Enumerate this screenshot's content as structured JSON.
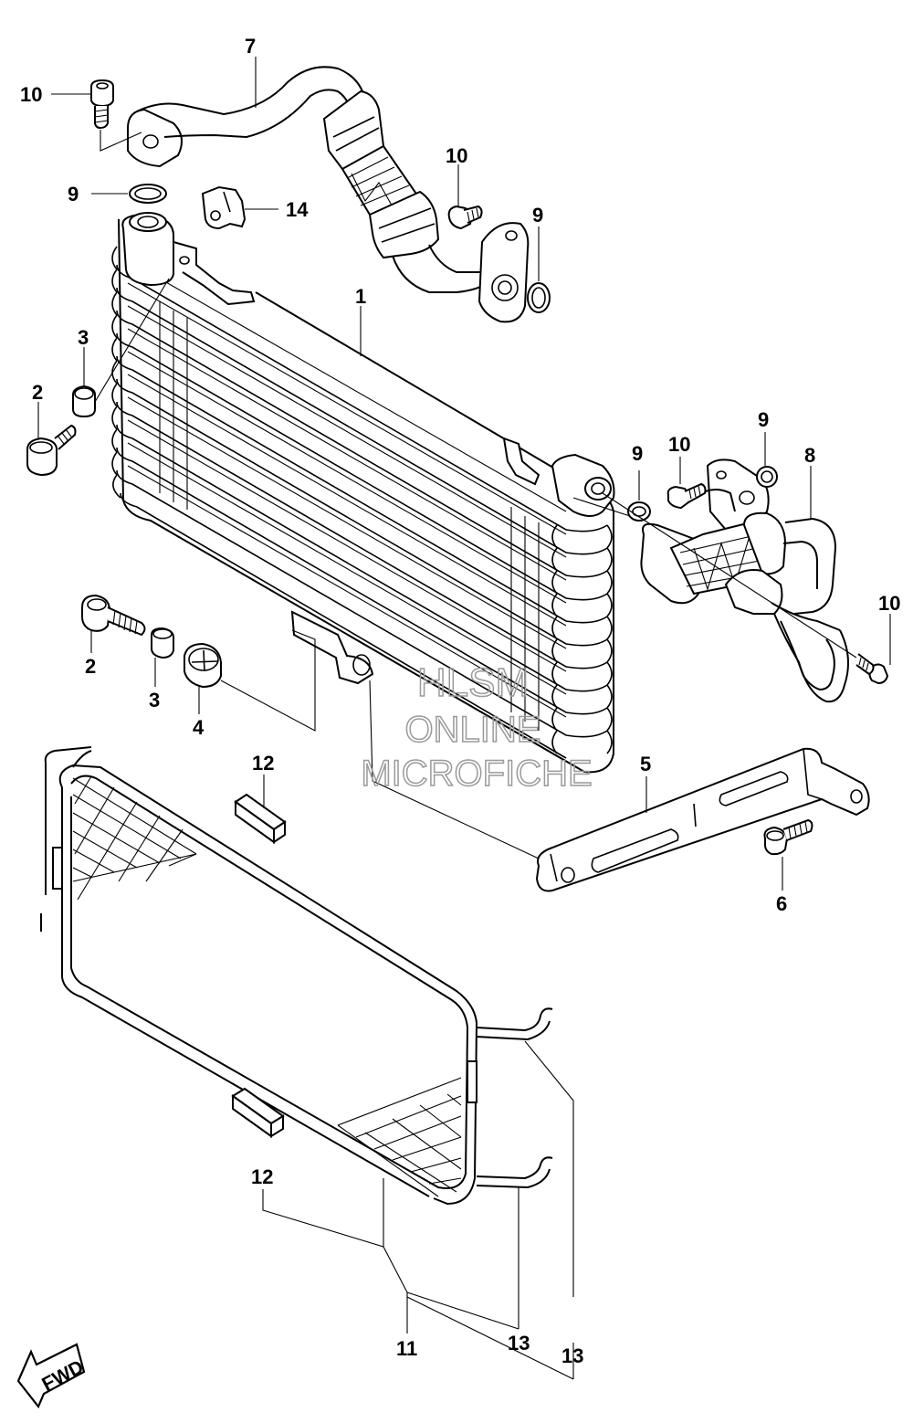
{
  "watermark": {
    "line1": "HLSM",
    "line2": "ONLINE",
    "line3": "MICROFICHE",
    "color": "#9a9a9a"
  },
  "direction_label": "FWD",
  "callouts": {
    "c1": "1",
    "c2a": "2",
    "c2b": "2",
    "c3a": "3",
    "c3b": "3",
    "c4": "4",
    "c5": "5",
    "c6": "6",
    "c7": "7",
    "c8": "8",
    "c9a": "9",
    "c9b": "9",
    "c9c": "9",
    "c9d": "9",
    "c10a": "10",
    "c10b": "10",
    "c10c": "10",
    "c10d": "10",
    "c11": "11",
    "c12a": "12",
    "c12b": "12",
    "c13a": "13",
    "c13b": "13",
    "c14": "14"
  }
}
